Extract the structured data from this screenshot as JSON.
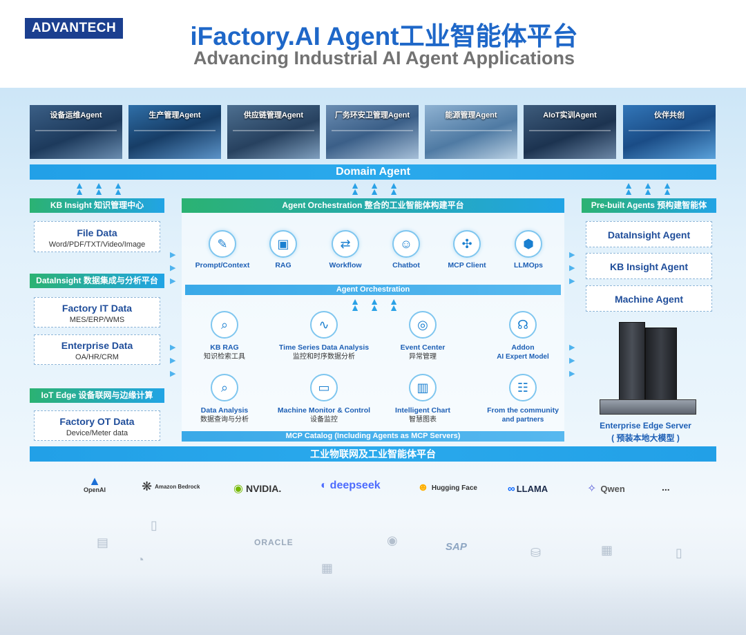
{
  "header": {
    "logo": "ADVANTECH",
    "title": "iFactory.AI Agent工业智能体平台",
    "subtitle": "Advancing Industrial AI Agent Applications"
  },
  "scenarios": [
    "设备运维Agent",
    "生产管理Agent",
    "供应链管理Agent",
    "厂务环安卫管理Agent",
    "能源管理Agent",
    "AIoT实训Agent",
    "伙伴共创"
  ],
  "domain_bar": "Domain Agent",
  "left": {
    "kb_header": "KB Insight 知识管理中心",
    "file_data": {
      "title": "File Data",
      "sub": "Word/PDF/TXT/Video/Image"
    },
    "di_header": "DataInsight 数据集成与分析平台",
    "factory_it": {
      "title": "Factory IT Data",
      "sub": "MES/ERP/WMS"
    },
    "enterprise": {
      "title": "Enterprise Data",
      "sub": "OA/HR/CRM"
    },
    "iot_header": "IoT Edge 设备联网与边缘计算",
    "factory_ot": {
      "title": "Factory OT Data",
      "sub": "Device/Meter data"
    }
  },
  "center": {
    "header": "Agent Orchestration 整合的工业智能体构建平台",
    "tools": [
      "Prompt/Context",
      "RAG",
      "Workflow",
      "Chatbot",
      "MCP Client",
      "LLMOps"
    ],
    "orchestration_bar": "Agent Orchestration",
    "mcp_row1": [
      {
        "label": "KB RAG",
        "sub": "知识检索工具"
      },
      {
        "label": "Time Series Data Analysis",
        "sub": "监控和时序数据分析"
      },
      {
        "label": "Event Center",
        "sub": "异常管理"
      },
      {
        "label": "Addon",
        "sub": "AI Expert Model"
      }
    ],
    "mcp_row2": [
      {
        "label": "Data Analysis",
        "sub": "数据查询与分析"
      },
      {
        "label": "Machine Monitor & Control",
        "sub": "设备监控"
      },
      {
        "label": "Intelligent Chart",
        "sub": "智慧图表"
      },
      {
        "label": "From the community",
        "sub": "and partners"
      }
    ],
    "mcp_bar": "MCP Catalog (Including Agents as MCP Servers)"
  },
  "right": {
    "header": "Pre-built Agents 预构建智能体",
    "agents": [
      "DataInsight Agent",
      "KB Insight Agent",
      "Machine Agent"
    ],
    "server_label": "Enterprise Edge Server",
    "server_sub": "( 预装本地大模型 )"
  },
  "platform_bar": "工业物联网及工业智能体平台",
  "models": [
    "OpenAI",
    "Amazon Bedrock",
    "NVIDIA.",
    "deepseek",
    "Hugging Face",
    "LLAMA",
    "Qwen",
    "..."
  ],
  "background_labels": {
    "oracle": "ORACLE",
    "sap": "SAP"
  },
  "colors": {
    "accent": "#22a0e7",
    "green": "#2bb272",
    "title": "#1e67c8",
    "logo_bg": "#1b3f8f"
  }
}
